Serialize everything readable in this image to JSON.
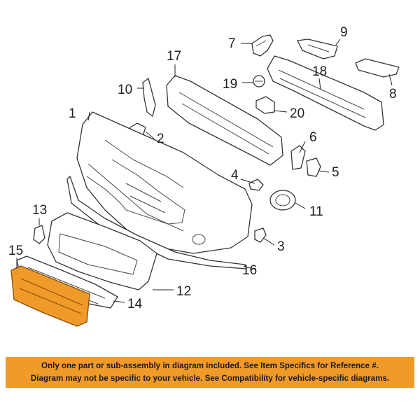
{
  "diagram": {
    "callouts": [
      {
        "id": "1",
        "label": "1"
      },
      {
        "id": "2",
        "label": "2"
      },
      {
        "id": "3",
        "label": "3"
      },
      {
        "id": "4",
        "label": "4"
      },
      {
        "id": "5",
        "label": "5"
      },
      {
        "id": "6",
        "label": "6"
      },
      {
        "id": "7",
        "label": "7"
      },
      {
        "id": "8",
        "label": "8"
      },
      {
        "id": "9",
        "label": "9"
      },
      {
        "id": "10",
        "label": "10"
      },
      {
        "id": "11",
        "label": "11"
      },
      {
        "id": "12",
        "label": "12"
      },
      {
        "id": "13",
        "label": "13"
      },
      {
        "id": "14",
        "label": "14"
      },
      {
        "id": "15",
        "label": "15"
      },
      {
        "id": "16",
        "label": "16"
      },
      {
        "id": "17",
        "label": "17"
      },
      {
        "id": "18",
        "label": "18"
      },
      {
        "id": "19",
        "label": "19"
      },
      {
        "id": "20",
        "label": "20"
      }
    ],
    "highlight_color": "#f09a2a"
  },
  "notice": {
    "line1": "Only one part or sub-assembly in diagram included. See Item Specifics for Reference #.",
    "line2": "Diagram may not be specific to your vehicle. See Compatibility for vehicle-specific diagrams.",
    "background_color": "#f09a2a"
  }
}
